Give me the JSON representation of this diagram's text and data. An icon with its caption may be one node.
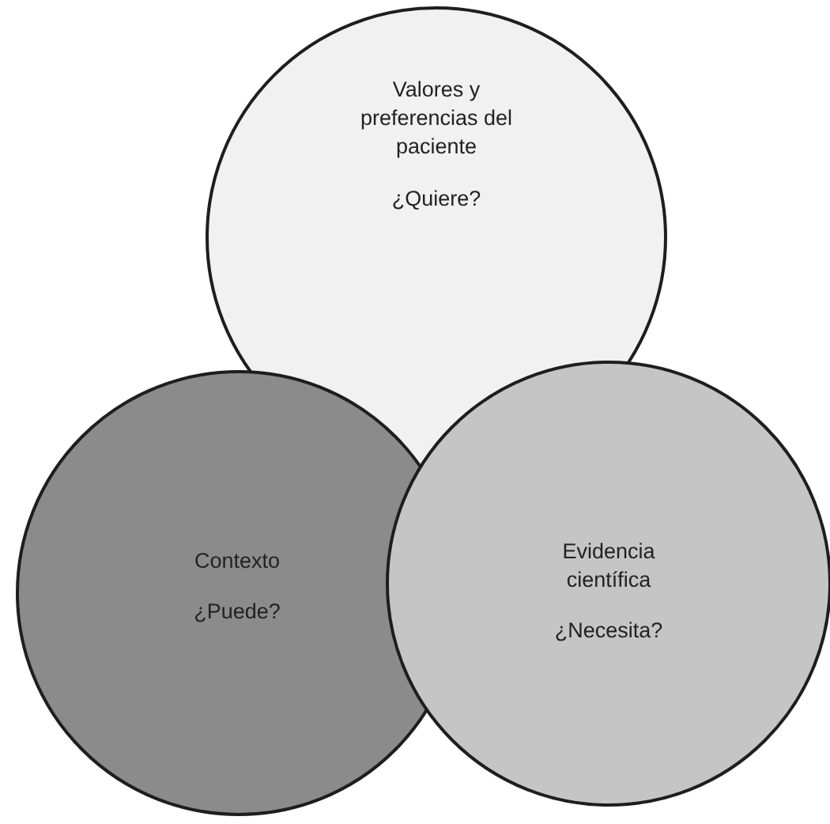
{
  "diagram": {
    "nodes": [
      {
        "text": [
          "Valores y preferencias del paciente",
          "¿Quiere?"
        ]
      },
      {
        "text": [
          "Contexto",
          "¿Puede?"
        ]
      },
      {
        "text": [
          "Evidencia científica",
          "¿Necesita?"
        ]
      }
    ]
  }
}
